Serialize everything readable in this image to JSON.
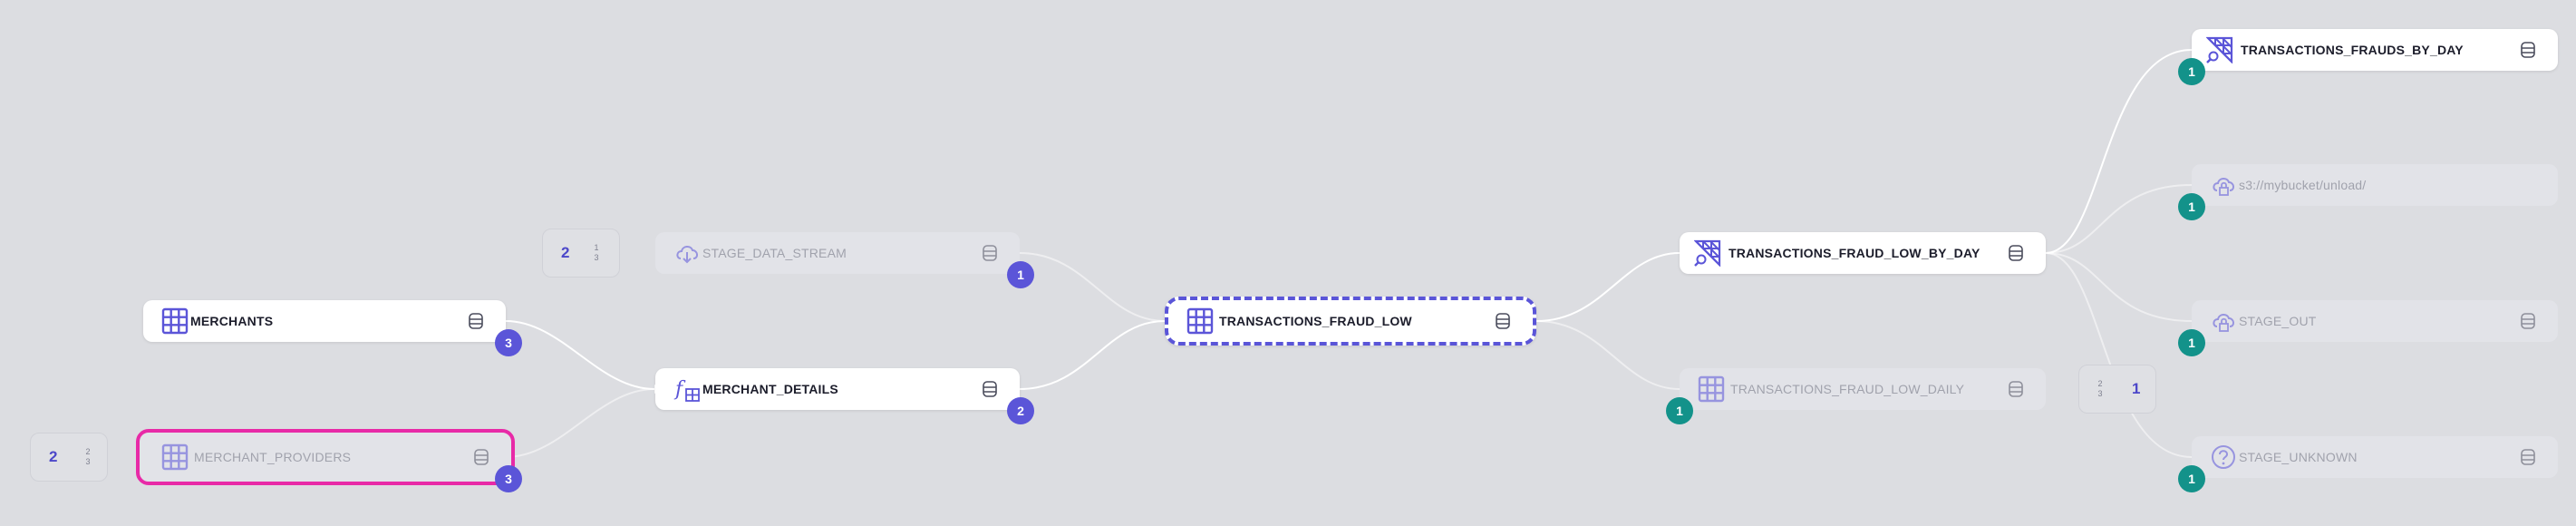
{
  "nodes": {
    "stage_data_stream": {
      "label": "STAGE_DATA_STREAM",
      "badge": "1"
    },
    "merchants": {
      "label": "MERCHANTS",
      "badge": "3"
    },
    "merchant_details": {
      "label": "MERCHANT_DETAILS",
      "badge": "2"
    },
    "merchant_providers": {
      "label": "MERCHANT_PROVIDERS",
      "badge": "3"
    },
    "fraud_low": {
      "label": "TRANSACTIONS_FRAUD_LOW"
    },
    "fraud_low_by_day": {
      "label": "TRANSACTIONS_FRAUD_LOW_BY_DAY"
    },
    "fraud_low_daily": {
      "label": "TRANSACTIONS_FRAUD_LOW_DAILY",
      "badge": "1"
    },
    "frauds_by_day": {
      "label": "TRANSACTIONS_FRAUDS_BY_DAY",
      "badge": "1"
    },
    "s3_unload": {
      "label": "s3://mybucket/unload/",
      "badge": "1"
    },
    "stage_out": {
      "label": "STAGE_OUT",
      "badge": "1"
    },
    "stage_unknown": {
      "label": "STAGE_UNKNOWN",
      "badge": "1"
    }
  },
  "pagers": {
    "upstream_stage": {
      "count": "2",
      "top": "1",
      "bottom": "3"
    },
    "upstream_providers": {
      "count": "2",
      "top": "2",
      "bottom": "3"
    },
    "downstream_daily": {
      "count": "1",
      "top": "2",
      "bottom": "3"
    }
  },
  "colors": {
    "accent": "#5b55d8",
    "teal": "#13928a",
    "selection": "#e82aa7",
    "canvas": "#dcdde1"
  }
}
